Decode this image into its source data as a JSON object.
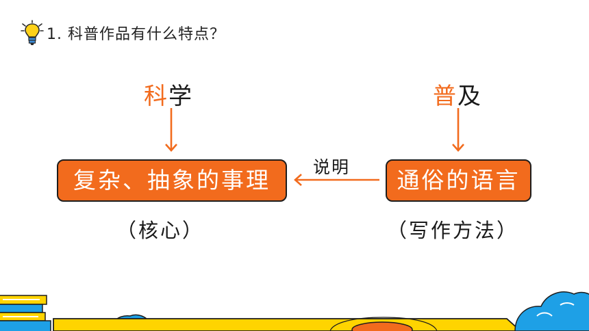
{
  "header": {
    "question": "1. 科普作品有什么特点？"
  },
  "diagram": {
    "left_term": {
      "highlight": "科",
      "rest": "学"
    },
    "right_term": {
      "highlight": "普",
      "rest": "及"
    },
    "left_box": "复杂、抽象的事理",
    "right_box": "通俗的语言",
    "link_label": "说明",
    "left_note": "（核心）",
    "right_note": "（写作方法）"
  },
  "colors": {
    "accent": "#f26b1d",
    "text": "#1a1a1a",
    "deco_yellow": "#ffd400",
    "deco_blue": "#1ea0e6"
  },
  "icons": {
    "question_icon": "lightbulb-icon"
  }
}
